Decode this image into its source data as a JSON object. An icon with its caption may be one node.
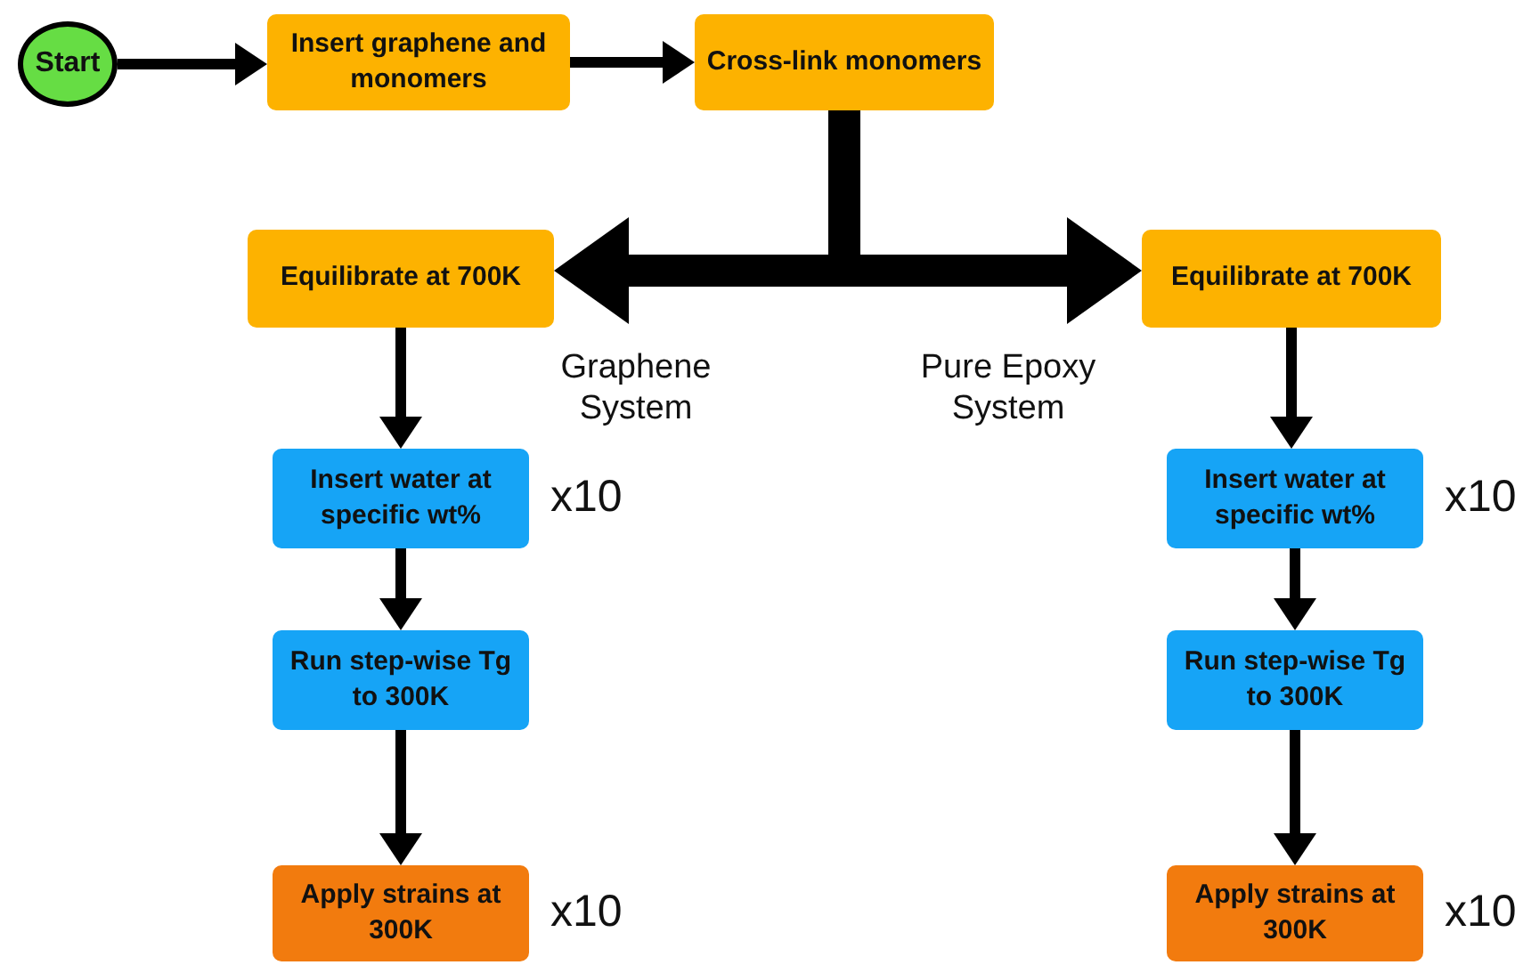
{
  "diagram": {
    "nodes": [
      {
        "text": [
          "Start"
        ]
      },
      {
        "text": [
          "Insert graphene and monomers"
        ]
      },
      {
        "text": [
          "Cross-link monomers"
        ]
      },
      {
        "text": [
          "Equilibrate at 700K"
        ]
      },
      {
        "text": [
          "Equilibrate at 700K"
        ]
      },
      {
        "text": [
          "Insert water at specific wt%"
        ],
        "beside": [
          "x10"
        ]
      },
      {
        "text": [
          "Insert water at specific wt%"
        ],
        "beside": [
          "x10"
        ]
      },
      {
        "text": [
          "Run step-wise Tg to 300K"
        ]
      },
      {
        "text": [
          "Run step-wise Tg to 300K"
        ]
      },
      {
        "text": [
          "Apply strains at 300K"
        ],
        "beside": [
          "x10"
        ]
      },
      {
        "text": [
          "Apply strains at 300K"
        ],
        "beside": [
          "x10"
        ]
      }
    ],
    "edges": [
      {
        "from": 0,
        "to": 1,
        "arrow": "to"
      },
      {
        "from": 1,
        "to": 2,
        "arrow": "to"
      },
      {
        "from": 2,
        "to": 3,
        "arrow": "to",
        "label": "Graphene System",
        "style": "thick"
      },
      {
        "from": 2,
        "to": 4,
        "arrow": "to",
        "label": "Pure Epoxy System",
        "style": "thick"
      },
      {
        "from": 3,
        "to": 5,
        "arrow": "to"
      },
      {
        "from": 5,
        "to": 7,
        "arrow": "to"
      },
      {
        "from": 7,
        "to": 9,
        "arrow": "to"
      },
      {
        "from": 4,
        "to": 6,
        "arrow": "to"
      },
      {
        "from": 6,
        "to": 8,
        "arrow": "to"
      },
      {
        "from": 8,
        "to": 10,
        "arrow": "to"
      }
    ]
  }
}
